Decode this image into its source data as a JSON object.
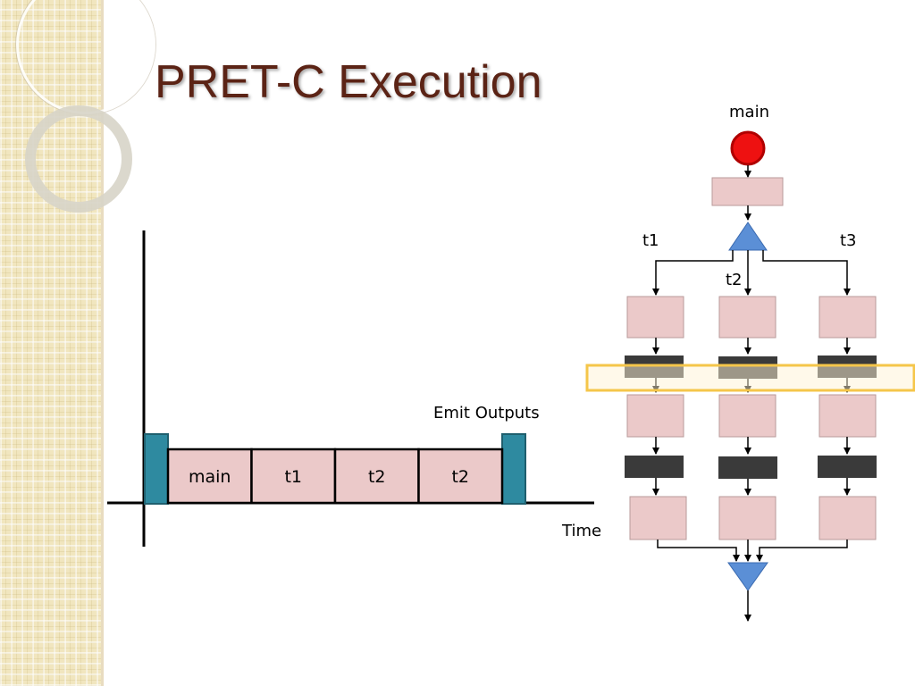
{
  "slide": {
    "title": "PRET-C Execution"
  },
  "timeline": {
    "cells": [
      "main",
      "t1",
      "t2",
      "t2"
    ],
    "emit_label": "Emit Outputs",
    "time_label": "Time"
  },
  "flow": {
    "main_label": "main",
    "thread_labels": [
      "t1",
      "t2",
      "t3"
    ]
  },
  "colors": {
    "title": "#5b2315",
    "cell_fill": "#ebc9c9",
    "emit_block": "#2e8aa0",
    "start_node": "#ee1111",
    "fork_join": "#5b8fd6",
    "ebot": "#3a3a3a",
    "highlight": "#f5c64a"
  }
}
